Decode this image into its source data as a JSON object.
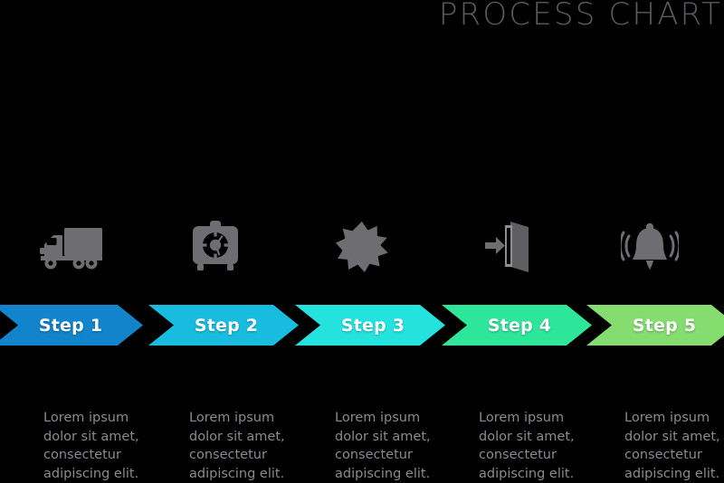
{
  "title": "PROCESS CHART",
  "theme": {
    "background": "#000000",
    "title_color": "#5b5b60",
    "icon_color": "#6d6d72",
    "description_color": "#8a8a8f",
    "step_label_color": "#ffffff"
  },
  "steps": [
    {
      "label": "Step 1",
      "color": "#1184cb",
      "icon": "truck-icon",
      "description": "Lorem ipsum dolor sit amet, consectetur adipiscing elit."
    },
    {
      "label": "Step 2",
      "color": "#18bcdf",
      "icon": "safe-vault-icon",
      "description": "Lorem ipsum dolor sit amet, consectetur adipiscing elit."
    },
    {
      "label": "Step 3",
      "color": "#24e3df",
      "icon": "starburst-icon",
      "description": "Lorem ipsum dolor sit amet, consectetur adipiscing elit."
    },
    {
      "label": "Step 4",
      "color": "#2ee69a",
      "icon": "exit-door-icon",
      "description": "Lorem ipsum dolor sit amet, consectetur adipiscing elit."
    },
    {
      "label": "Step 5",
      "color": "#84dd6e",
      "icon": "ringing-bell-icon",
      "description": "Lorem ipsum dolor sit amet, consectetur adipiscing elit."
    }
  ]
}
